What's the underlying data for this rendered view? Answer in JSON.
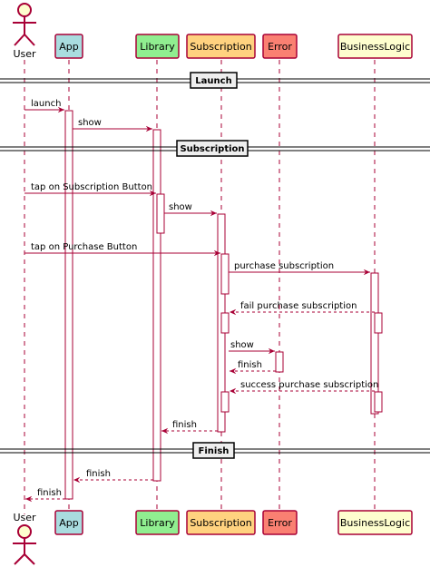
{
  "diagram": {
    "actor": {
      "label": "User"
    },
    "participants": [
      {
        "id": "app",
        "label": "App",
        "fill": "#A9DCDF",
        "stroke": "#A80036"
      },
      {
        "id": "library",
        "label": "Library",
        "fill": "#90EE90",
        "stroke": "#A80036"
      },
      {
        "id": "subscription",
        "label": "Subscription",
        "fill": "#FFD27F",
        "stroke": "#A80036"
      },
      {
        "id": "error",
        "label": "Error",
        "fill": "#FA8072",
        "stroke": "#A80036"
      },
      {
        "id": "business",
        "label": "BusinessLogic",
        "fill": "#FEFECE",
        "stroke": "#A80036"
      }
    ],
    "dividers": {
      "launch": "Launch",
      "subscription": "Subscription",
      "finish": "Finish"
    },
    "messages": {
      "launch": "launch",
      "show_library": "show",
      "tap_subscription": "tap on Subscription Button",
      "show_subscription": "show",
      "tap_purchase": "tap on Purchase Button",
      "purchase_subscription": "purchase subscription",
      "fail_purchase": "fail purchase subscription",
      "show_error": "show",
      "finish_error": "finish",
      "success_purchase": "success purchase subscription",
      "finish_subscription": "finish",
      "finish_library": "finish",
      "finish_app": "finish"
    },
    "colors": {
      "line": "#A80036",
      "arrow": "#A80036",
      "actor_fill": "#FEFECE"
    }
  }
}
